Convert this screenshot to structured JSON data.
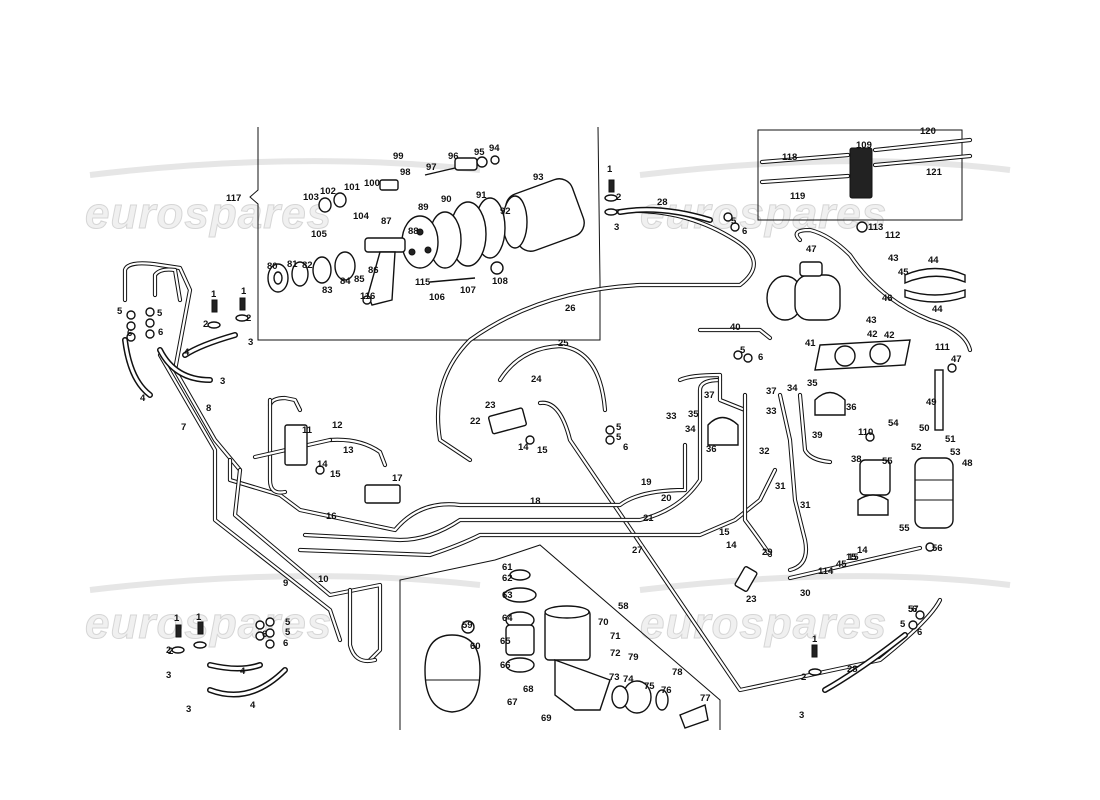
{
  "watermark": {
    "text": "eurospares"
  },
  "labels": {
    "n1a": "1",
    "n2a": "2",
    "n3a": "3",
    "n1b": "1",
    "n2b": "2",
    "n3b": "3",
    "n1c": "1",
    "n2c": "2",
    "n3c": "3",
    "n1d": "1",
    "n2d": "2",
    "n3d": "3",
    "n1e": "1",
    "n2e": "2",
    "n3e": "3",
    "n1f": "1",
    "n2f": "2",
    "n3f": "3",
    "n4a": "4",
    "n4b": "4",
    "n4c": "4",
    "n4d": "4",
    "n5a": "5",
    "n5b": "5",
    "n5c": "5",
    "n5d": "5",
    "n5e": "5",
    "n5f": "5",
    "n5g": "5",
    "n5h": "5",
    "n5i": "5",
    "n5j": "5",
    "n6a": "6",
    "n6b": "6",
    "n6c": "6",
    "n6d": "6",
    "n6e": "6",
    "n6f": "6",
    "n6g": "6",
    "n6h": "6",
    "n6i": "6",
    "n7": "7",
    "n8": "8",
    "n9": "9",
    "n10": "10",
    "n11": "11",
    "n12": "12",
    "n13": "13",
    "n14a": "14",
    "n14b": "14",
    "n14c": "14",
    "n14d": "14",
    "n15a": "15",
    "n15b": "15",
    "n15c": "15",
    "n15d": "15",
    "n15e": "15",
    "n16": "16",
    "n17": "17",
    "n18": "18",
    "n19": "19",
    "n20": "20",
    "n21": "21",
    "n22": "22",
    "n23a": "23",
    "n23b": "23",
    "n24": "24",
    "n25": "25",
    "n26": "26",
    "n27": "27",
    "n28a": "28",
    "n28b": "28",
    "n29": "29",
    "n30": "30",
    "n31a": "31",
    "n31b": "31",
    "n32": "32",
    "n33a": "33",
    "n33b": "33",
    "n34a": "34",
    "n34b": "34",
    "n35a": "35",
    "n35b": "35",
    "n36a": "36",
    "n36b": "36",
    "n37a": "37",
    "n37b": "37",
    "n38": "38",
    "n39": "39",
    "n40": "40",
    "n41": "41",
    "n42a": "42",
    "n42b": "42",
    "n43a": "43",
    "n43b": "43",
    "n44a": "44",
    "n44b": "44",
    "n45a": "45",
    "n45b": "45",
    "n46": "46",
    "n47a": "47",
    "n47b": "47",
    "n48": "48",
    "n49": "49",
    "n50": "50",
    "n51": "51",
    "n52": "52",
    "n53": "53",
    "n54": "54",
    "n55a": "55",
    "n55b": "55",
    "n56": "56",
    "n57": "57",
    "n58": "58",
    "n59": "59",
    "n60": "60",
    "n61": "61",
    "n62": "62",
    "n63": "63",
    "n64": "64",
    "n65": "65",
    "n66": "66",
    "n67": "67",
    "n68": "68",
    "n69": "69",
    "n70": "70",
    "n71": "71",
    "n72": "72",
    "n73": "73",
    "n74": "74",
    "n75": "75",
    "n76": "76",
    "n77": "77",
    "n78": "78",
    "n79": "79",
    "n80": "80",
    "n81": "81",
    "n82": "82",
    "n83": "83",
    "n84": "84",
    "n85": "85",
    "n86": "86",
    "n87": "87",
    "n88": "88",
    "n89": "89",
    "n90": "90",
    "n91": "91",
    "n92": "92",
    "n93": "93",
    "n94": "94",
    "n95": "95",
    "n96": "96",
    "n97": "97",
    "n98": "98",
    "n99": "99",
    "n100": "100",
    "n101": "101",
    "n102": "102",
    "n103": "103",
    "n104": "104",
    "n105": "105",
    "n106": "106",
    "n107": "107",
    "n108": "108",
    "n109": "109",
    "n110": "110",
    "n111": "111",
    "n112": "112",
    "n113": "113",
    "n114": "114",
    "n115": "115",
    "n116": "116",
    "n117": "117",
    "n118": "118",
    "n119": "119",
    "n120": "120",
    "n121": "121"
  }
}
